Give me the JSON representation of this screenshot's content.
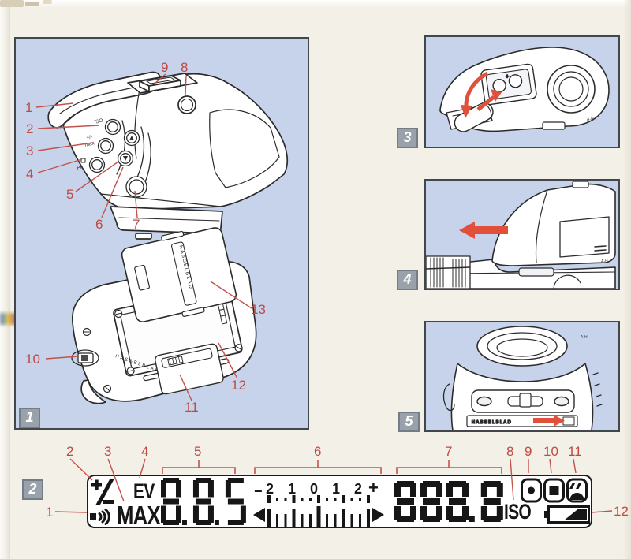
{
  "colors": {
    "accent_red": "#c04a42",
    "arrow_red": "#e0503a",
    "panel_blue": "#c6d3ea",
    "number_box_gray": "#99a1aa",
    "ink": "#161616"
  },
  "figure1": {
    "box_label": "1",
    "callouts": [
      "1",
      "2",
      "3",
      "4",
      "5",
      "6",
      "7",
      "8",
      "9",
      "10",
      "11",
      "12",
      "13"
    ],
    "plate_text": "HASSELBLAD",
    "underside_text": "HASSELBLAD",
    "button_labels": {
      "iso": "ISO",
      "pm": "+/-",
      "max": "max",
      "pr": "Pr"
    }
  },
  "figure3": {
    "box_label": "3",
    "battery_plus": "+",
    "signature": "A-H"
  },
  "figure4": {
    "box_label": "4",
    "signature": "A-H"
  },
  "figure5": {
    "box_label": "5",
    "plate_text": "HASSELBLAD",
    "signature": "A-H"
  },
  "figure2": {
    "box_label": "2",
    "callouts": [
      "1",
      "2",
      "3",
      "4",
      "5",
      "6",
      "7",
      "8",
      "9",
      "10",
      "11",
      "12"
    ],
    "lcd": {
      "plus_minus_icon": "over-under-exposure-icon",
      "audio_icon": "audio-signal-icon",
      "max_label": "MAX",
      "ev_label": "EV",
      "ev_digits": "8.8.5",
      "scale_minus": "−",
      "scale_numbers": [
        "2",
        "1",
        "0",
        "1",
        "2"
      ],
      "scale_plus": "+",
      "shutter_digits": "888.8",
      "iso_label": "ISO",
      "spot_icon": "spot-metering-icon",
      "full_icon": "full-field-metering-icon",
      "flash_icon": "flash-metering-icon",
      "battery_icon": "battery-condition-icon"
    }
  }
}
